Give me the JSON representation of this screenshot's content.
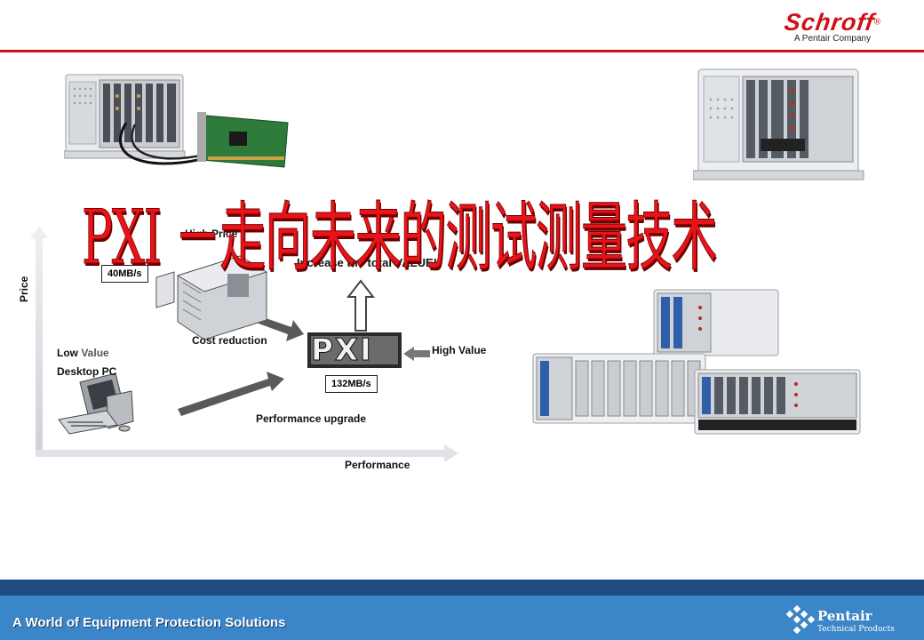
{
  "logo": {
    "brand": "Schroff",
    "registered": "®",
    "tagline": "A Pentair Company"
  },
  "title": {
    "text": "PXI －走向未来的测试测量技术",
    "color": "#e8141a"
  },
  "diagram": {
    "y_axis_label": "Price",
    "x_axis_label": "Performance",
    "high_price": "High Price",
    "rate_40": "40MB/s",
    "increase_value": "Increase the total VALUE!",
    "cost_reduction": "Cost reduction",
    "pxi_logo": "PXI",
    "high_value": "High Value",
    "rate_132": "132MB/s",
    "low_value_prefix": "Low",
    "low_value_suffix": "Value",
    "desktop_pc": "Desktop PC",
    "performance_upgrade": "Performance upgrade"
  },
  "footer": {
    "slogan": "A World of Equipment Protection Solutions",
    "brand": "Pentair",
    "sub": "Technical Products"
  },
  "colors": {
    "accent_red": "#d0101a",
    "footer_blue": "#3b86c8",
    "footer_dark": "#1e4c80"
  }
}
